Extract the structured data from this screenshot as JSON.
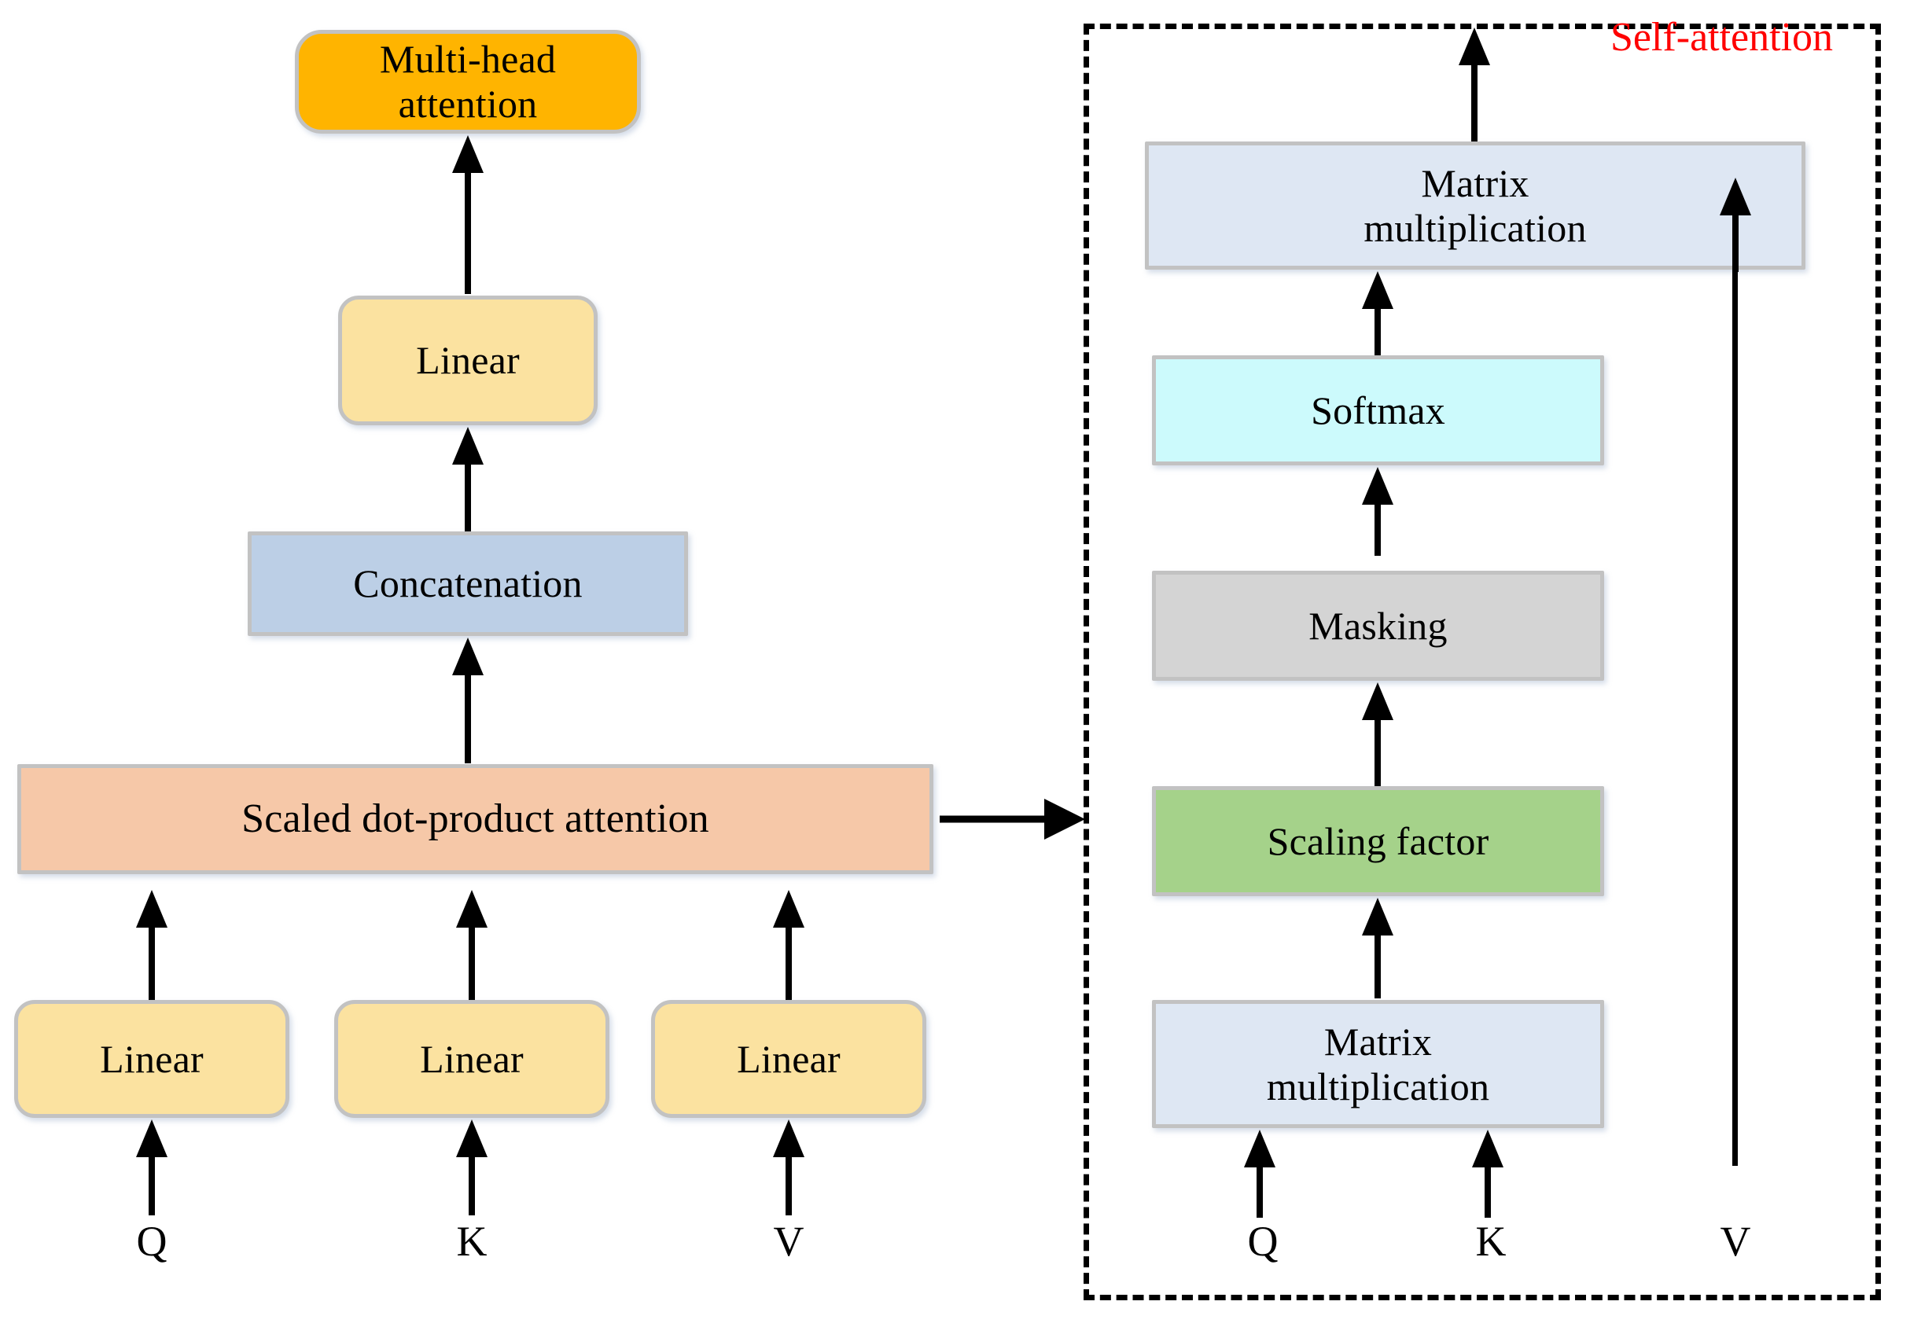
{
  "diagram": {
    "title": "Multi-head attention / Self-attention architecture",
    "colors": {
      "multi_head": "#FFB400",
      "linear": "#FBE2A0",
      "concatenation": "#BCCFE6",
      "scaled_dot_product": "#F6C8A8",
      "matrix_multiplication": "#DEE7F3",
      "softmax": "#CCFAFC",
      "masking": "#D4D4D4",
      "scaling_factor": "#A5D28A",
      "box_border": "#C2C2C2",
      "arrow": "#000000",
      "region_title": "#FF0000"
    }
  },
  "left_panel": {
    "name": "multi-head-attention-stack",
    "nodes": {
      "multi_head_attention": {
        "line1": "Multi-head",
        "line2": "attention"
      },
      "linear_out": {
        "label": "Linear"
      },
      "concatenation": {
        "label": "Concatenation"
      },
      "scaled_dot_product": {
        "label": "Scaled dot-product attention"
      },
      "linear_q": {
        "label": "Linear"
      },
      "linear_k": {
        "label": "Linear"
      },
      "linear_v": {
        "label": "Linear"
      }
    },
    "inputs": {
      "q": "Q",
      "k": "K",
      "v": "V"
    }
  },
  "right_panel": {
    "name": "self-attention-detail",
    "region_label": "Self-attention",
    "nodes": {
      "matrix_multiplication_top": {
        "line1": "Matrix",
        "line2": "multiplication"
      },
      "softmax": {
        "label": "Softmax"
      },
      "masking": {
        "label": "Masking"
      },
      "scaling_factor": {
        "label": "Scaling factor"
      },
      "matrix_multiplication_bottom": {
        "line1": "Matrix",
        "line2": "multiplication"
      }
    },
    "inputs": {
      "q": "Q",
      "k": "K",
      "v": "V"
    }
  }
}
